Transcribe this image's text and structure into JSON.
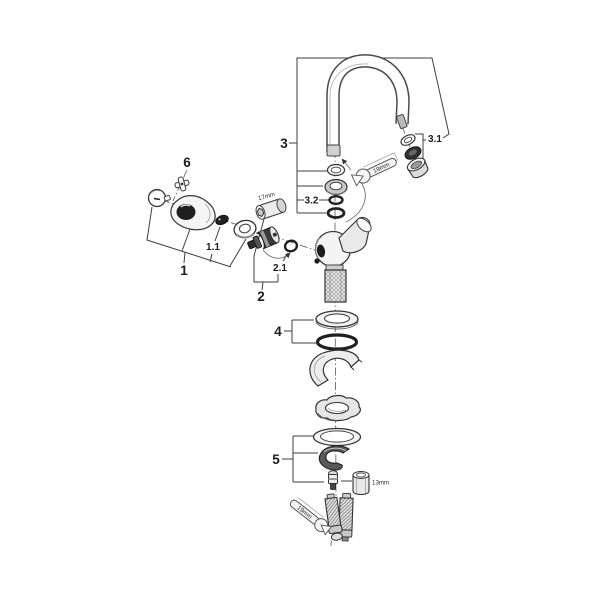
{
  "figure_type": "exploded-parts-diagram-faucet",
  "colors": {
    "background": "#ffffff",
    "line": "#3a3a3a",
    "dark_part": "#2b2b2b",
    "metal_light": "#ececec"
  },
  "callouts": {
    "group1": "1",
    "group1_sub": "1.1",
    "group2": "2",
    "group2_sub": "2.1",
    "group3": "3",
    "group3_sub1": "3.1",
    "group3_sub2": "3.2",
    "group4": "4",
    "group5": "5",
    "group6": "6"
  },
  "measurements": {
    "hex_adapter": "17mm",
    "spout_wrench": "19mm",
    "socket": "13mm",
    "hose_wrench": "19mm"
  }
}
